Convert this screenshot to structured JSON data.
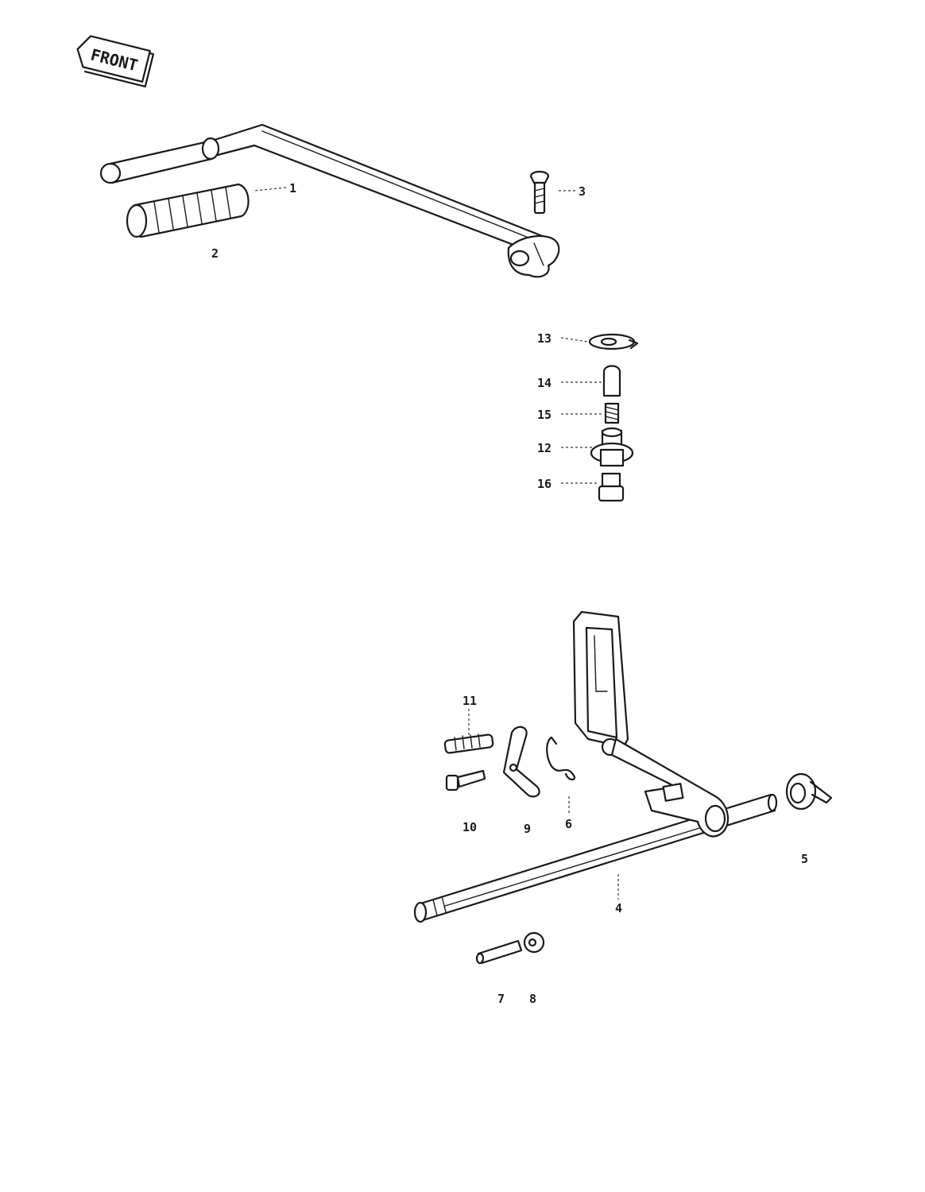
{
  "front_label": "FRONT",
  "callouts": {
    "c1": "1",
    "c2": "2",
    "c3": "3",
    "c4": "4",
    "c5": "5",
    "c6": "6",
    "c7": "7",
    "c8": "8",
    "c9": "9",
    "c10": "10",
    "c11": "11",
    "c12": "12",
    "c13": "13",
    "c14": "14",
    "c15": "15",
    "c16": "16"
  }
}
